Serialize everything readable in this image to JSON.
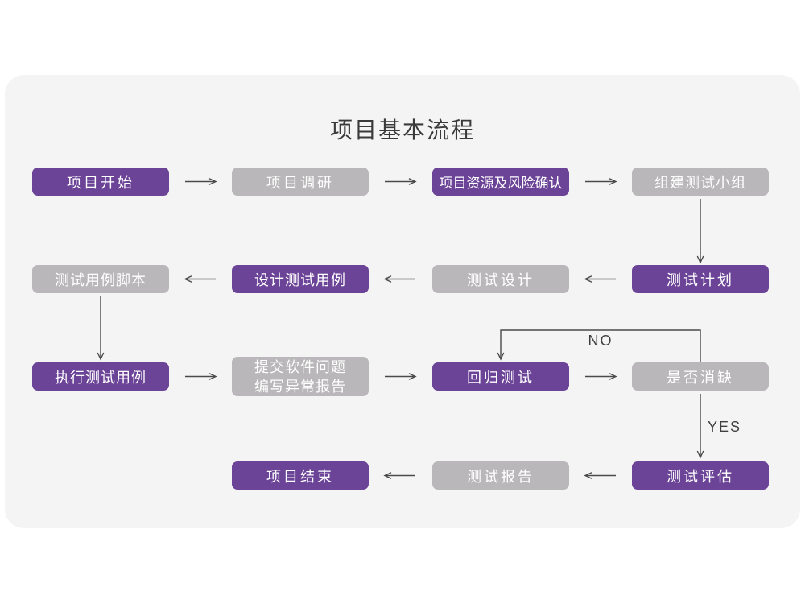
{
  "title": "项目基本流程",
  "colors": {
    "page_bg": "#ffffff",
    "canvas_bg": "#f5f4f5",
    "primary_node": "#6b4397",
    "secondary_node": "#b9b7b9",
    "node_text": "#ffffff",
    "title_text": "#3a3a3a",
    "arrow": "#4a4a4a",
    "branch_text": "#3f3f3f"
  },
  "branch_labels": {
    "no": "NO",
    "yes": "YES"
  },
  "nodes": {
    "project_start": {
      "label": "项目开始",
      "variant": "primary"
    },
    "project_research": {
      "label": "项目调研",
      "variant": "secondary"
    },
    "resource_risk_confirm": {
      "label": "项目资源及风险确认",
      "variant": "primary"
    },
    "build_test_team": {
      "label": "组建测试小组",
      "variant": "secondary"
    },
    "test_case_script": {
      "label": "测试用例脚本",
      "variant": "secondary"
    },
    "design_test_case": {
      "label": "设计测试用例",
      "variant": "primary"
    },
    "test_design": {
      "label": "测试设计",
      "variant": "secondary"
    },
    "test_plan": {
      "label": "测试计划",
      "variant": "primary"
    },
    "execute_test_case": {
      "label": "执行测试用例",
      "variant": "primary"
    },
    "submit_issue_report": {
      "label": "提交软件问题\n编写异常报告",
      "variant": "secondary"
    },
    "regression_test": {
      "label": "回归测试",
      "variant": "primary"
    },
    "defect_cleared": {
      "label": "是否消缺",
      "variant": "secondary"
    },
    "test_evaluation": {
      "label": "测试评估",
      "variant": "primary"
    },
    "test_report": {
      "label": "测试报告",
      "variant": "secondary"
    },
    "project_end": {
      "label": "项目结束",
      "variant": "primary"
    }
  }
}
